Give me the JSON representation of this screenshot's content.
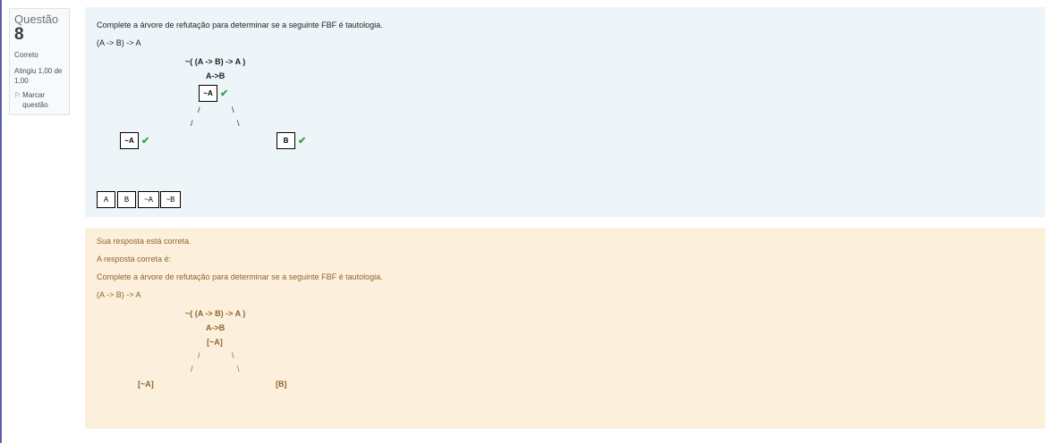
{
  "info": {
    "question_word": "Questão",
    "question_number": "8",
    "state": "Correto",
    "grade": "Atingiu 1,00 de 1,00",
    "flag_label": "Marcar questão"
  },
  "question": {
    "prompt": "Complete a árvore de refutação para determinar se a seguinte FBF é tautologia.",
    "formula": "(A -> B) -> A",
    "tree": {
      "root": "~( (A -> B) -> A )",
      "line2": "A->B",
      "drop1": "~A",
      "branch_a": "/",
      "branch_b": "\\",
      "branch_c": "/",
      "branch_d": "\\",
      "drop_left": "~A",
      "drop_right": "B"
    },
    "choices": [
      "A",
      "B",
      "~A",
      "~B"
    ]
  },
  "feedback": {
    "correct_msg": "Sua resposta está correta.",
    "right_answer_label": "A resposta correta é:",
    "prompt": "Complete a árvore de refutação para determinar se a seguinte FBF é tautologia.",
    "formula": "(A -> B) -> A",
    "tree": {
      "root": "~( (A -> B) -> A )",
      "line2": "A->B",
      "line3": "[~A]",
      "branch_a": "/",
      "branch_b": "\\",
      "branch_c": "/",
      "branch_d": "\\",
      "left": "[~A]",
      "right": "[B]"
    }
  },
  "colors": {
    "question_bg": "#edf5f8",
    "feedback_bg": "#fcefdc",
    "feedback_text": "#8e662e",
    "check": "#3aa047"
  },
  "icons": [
    "flag-icon",
    "check-icon"
  ]
}
